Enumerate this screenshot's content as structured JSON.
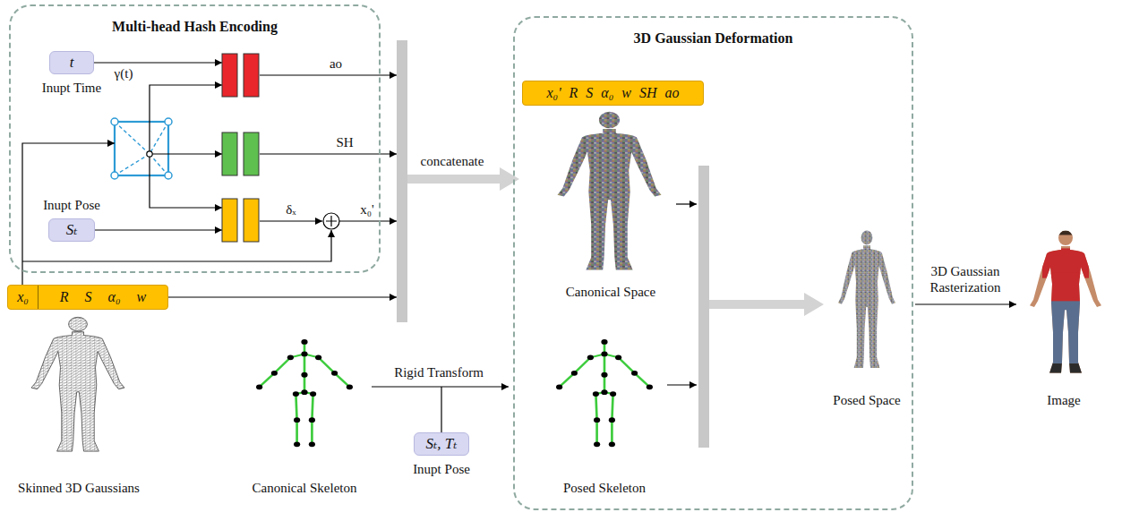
{
  "diagram": {
    "nodes": [
      {
        "text": [
          "Multi-head Hash Encoding"
        ]
      },
      {
        "text": [
          "t",
          "Inupt Time"
        ],
        "in": 0
      },
      {
        "text": [
          "Inupt Pose",
          "Sₜ"
        ],
        "in": 0
      },
      {
        "text": [
          "x₀",
          "R S α₀ w"
        ]
      },
      {
        "text": [
          "3D Gaussian Deformation"
        ]
      },
      {
        "text": [
          "x₀' R S α₀ w SH ao"
        ],
        "in": 4
      },
      {
        "text": [
          "Sₜ, Tₜ",
          "Inupt Pose"
        ]
      }
    ],
    "labels": [
      "γ(t)",
      "ao",
      "SH",
      "δₓ",
      "x₀'",
      "concatenate",
      "Skinned 3D Gaussians",
      "Canonical Skeleton",
      "Rigid Transform",
      "Canonical Space",
      "Posed Skeleton",
      "Posed Space",
      "3D Gaussian Rasterization",
      "Image"
    ]
  }
}
